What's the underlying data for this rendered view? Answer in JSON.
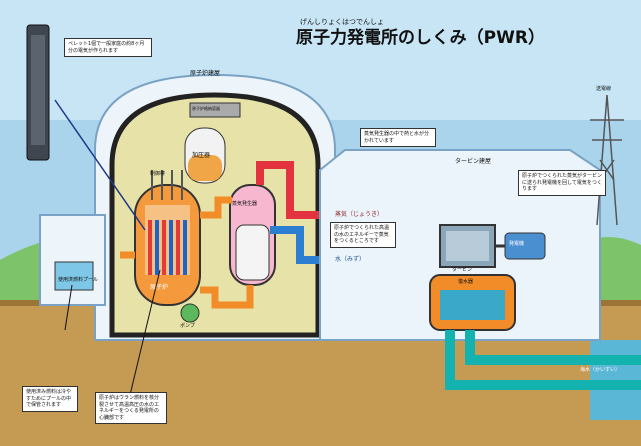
{
  "header": {
    "ruby": "げんしりょくはつでんしょ",
    "title": "原子力発電所のしくみ（PWR）"
  },
  "labels": {
    "containment": "原子炉格納容器",
    "reactor_building": "原子炉建屋",
    "pressurizer": "加圧器",
    "steam_generator": "蒸気発生器",
    "reactor": "原子炉",
    "control_rod": "制御棒",
    "pool": "使用済燃料プール",
    "turbine_building": "タービン建屋",
    "turbine": "タービン",
    "generator": "発電機",
    "condenser": "復水器",
    "steam_pipe": "蒸気（じょうき）",
    "water_pipe": "水（みず）",
    "seawater": "海水（かいすい）",
    "tower": "送電線",
    "pump": "ポンプ"
  },
  "callouts": {
    "pellet": "ペレット1個で一般家庭の約8ヶ月分の電気が作られます",
    "sg_role": "蒸気発生器の中で熱と水が分かれています",
    "turbine_steam": "原子炉でつくられた蒸気がタービンに送られ発電機を回して電気をつくります",
    "heat_energy": "原子炉でつくられた高温の水のエネルギーで蒸気をつくるところです",
    "fuel_pool": "使用済み燃料は冷やすためにプールの中で保管されます",
    "fission": "原子炉はウラン燃料を核分裂させて高温高圧の水のエネルギーをつくる発電所の心臓部です"
  }
}
